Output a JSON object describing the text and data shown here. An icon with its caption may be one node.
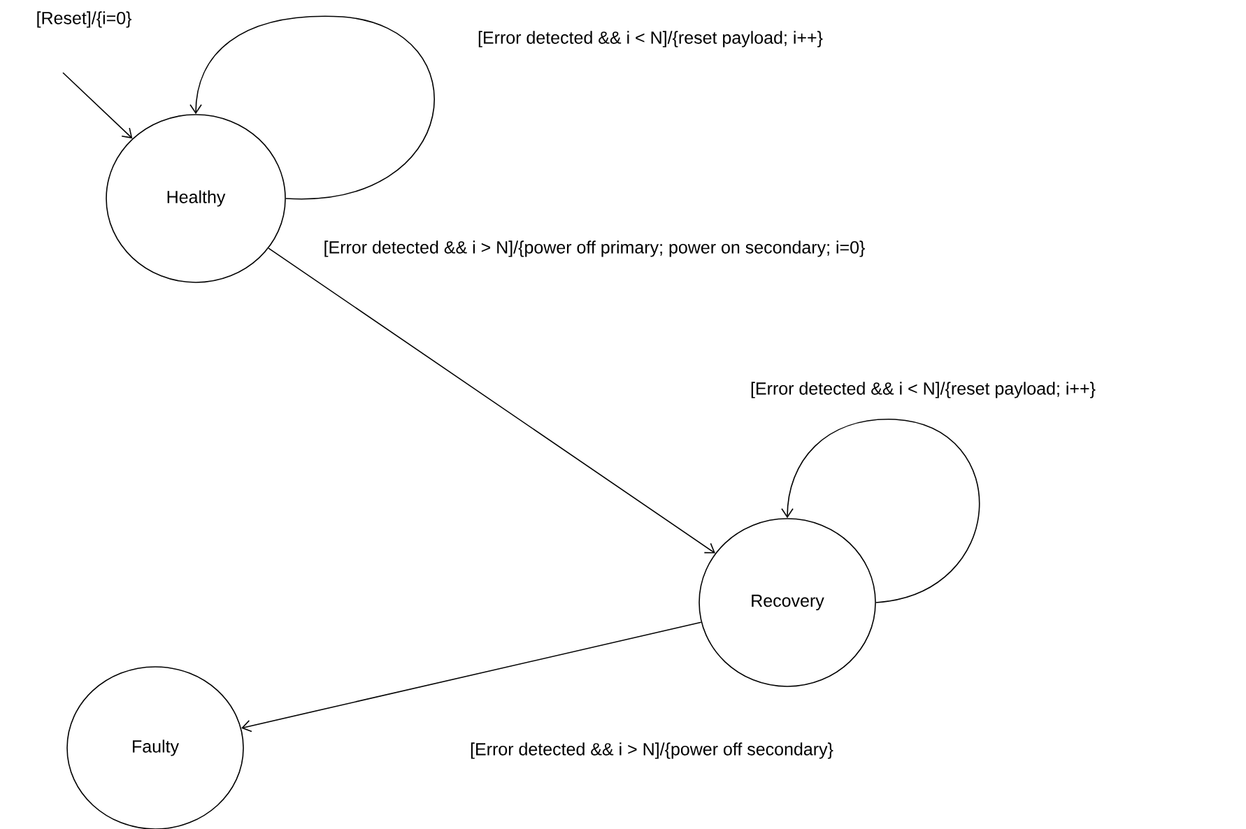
{
  "diagram": {
    "nodes": [
      {
        "text": [
          "Healthy"
        ]
      },
      {
        "text": [
          "Recovery"
        ]
      },
      {
        "text": [
          "Faulty"
        ]
      }
    ],
    "edges": [
      {
        "from": null,
        "to": 0,
        "arrow": "to",
        "label": "[Reset]/{i=0}"
      },
      {
        "from": 0,
        "to": 0,
        "arrow": "to",
        "label": "[Error detected && i < N]/{reset payload; i++}"
      },
      {
        "from": 0,
        "to": 1,
        "arrow": "to",
        "label": "[Error detected && i > N]/{power off primary; power on secondary; i=0}"
      },
      {
        "from": 1,
        "to": 1,
        "arrow": "to",
        "label": "[Error detected && i < N]/{reset payload; i++}"
      },
      {
        "from": 1,
        "to": 2,
        "arrow": "to",
        "label": "[Error detected && i > N]/{power off secondary}"
      }
    ]
  }
}
